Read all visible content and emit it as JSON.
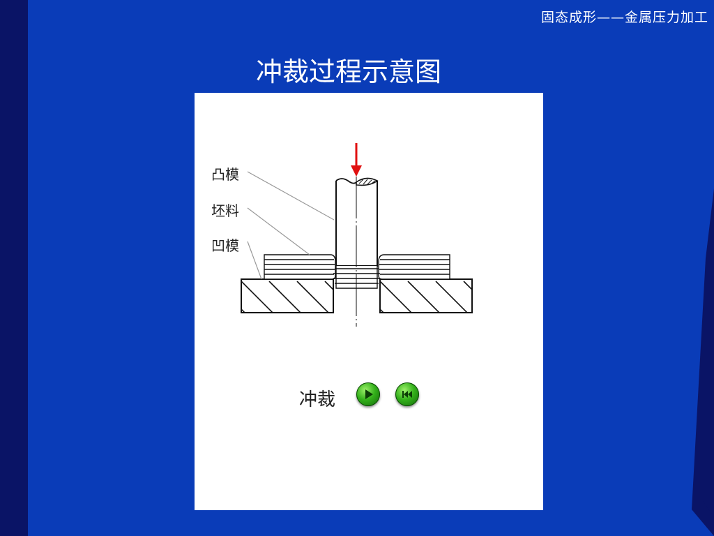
{
  "header": {
    "title": "固态成形——金属压力加工"
  },
  "slide": {
    "title": "冲裁过程示意图"
  },
  "diagram": {
    "labels": {
      "punch": "凸模",
      "blank": "坯料",
      "die": "凹模"
    }
  },
  "controls": {
    "label": "冲裁",
    "play_icon": "play-icon",
    "rewind_icon": "skip-to-start-icon"
  },
  "colors": {
    "background": "#0a3cb8",
    "left_strip": "#0a1466",
    "arrow": "#e01010",
    "button_green": "#33b01a"
  }
}
